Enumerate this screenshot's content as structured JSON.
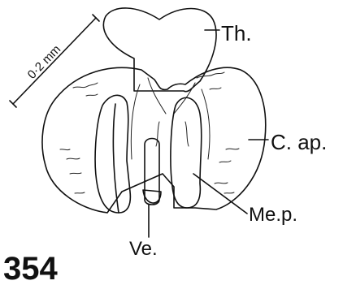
{
  "figure": {
    "number": "354",
    "scale_bar": "0·2 mm",
    "labels": {
      "th": "Th.",
      "c_ap": "C. ap.",
      "me_p": "Me.p.",
      "ve": "Ve."
    }
  },
  "colors": {
    "ink": "#111111",
    "paper": "#ffffff",
    "stipple": "#333333"
  }
}
